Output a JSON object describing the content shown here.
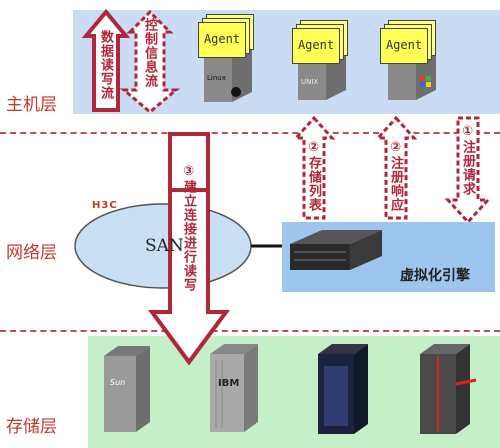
{
  "layers": {
    "host": "主机层",
    "network": "网络层",
    "storage": "存储层"
  },
  "flows": {
    "data_rw": "数据读写流",
    "control_info": "控制信息流",
    "step3": "③建立连接进行读写",
    "step2a": "②存储列表",
    "step2b": "②注册响应",
    "step1": "①注册请求"
  },
  "hosts": [
    {
      "agent": "Agent",
      "os": "Linux"
    },
    {
      "agent": "Agent",
      "os": "UNIX"
    },
    {
      "agent": "Agent",
      "os": "Windows"
    }
  ],
  "network": {
    "san": "SAN",
    "vendor_logo": "H3C",
    "engine": "虚拟化引擎"
  },
  "storage": {
    "vendors": [
      "Sun",
      "IBM",
      "",
      ""
    ]
  },
  "colors": {
    "arrow_red": "#b0263a",
    "host_band": "#c9dcf3",
    "storage_band": "#c5efc7",
    "engine_band": "#9ec5ee"
  }
}
